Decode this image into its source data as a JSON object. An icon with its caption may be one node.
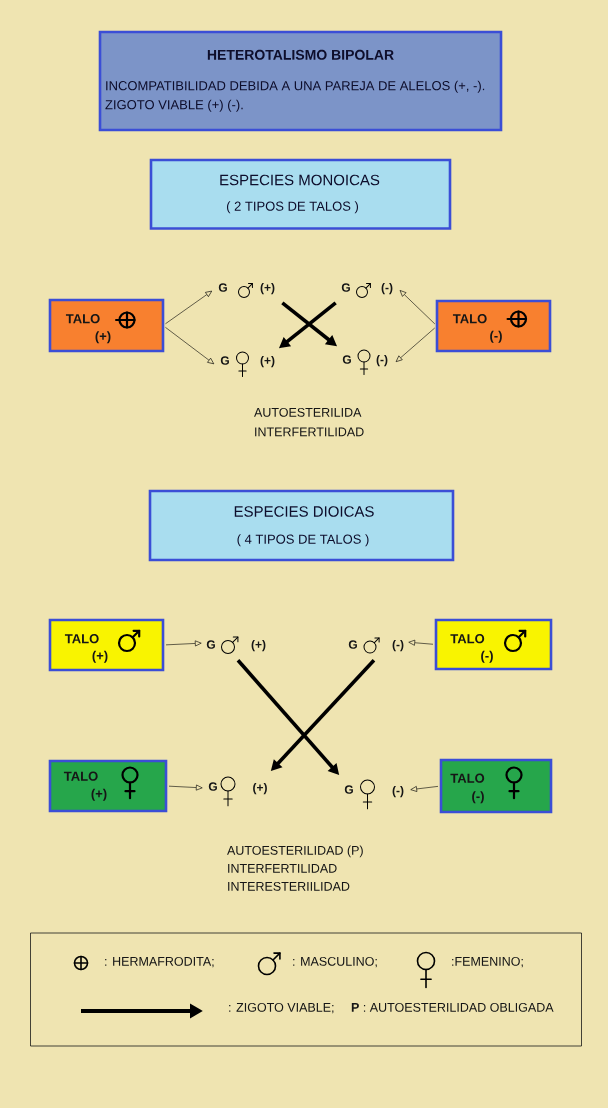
{
  "diagram": {
    "nodes": [
      {
        "text": [
          "HETEROTALISMO BIPOLAR",
          "INCOMPATIBILIDAD DEBIDA A UNA PAREJA DE ALELOS (+, -).",
          "ZIGOTO VIABLE (+) (-)."
        ]
      },
      {
        "text": [
          "ESPECIES MONOICAS",
          "( 2 TIPOS DE TALOS )"
        ]
      },
      {
        "text": [
          "TALO",
          "(+)"
        ]
      },
      {
        "text": [
          "G",
          "(+)"
        ]
      },
      {
        "text": [
          "G",
          "(-)"
        ]
      },
      {
        "text": [
          "G",
          "(+)"
        ]
      },
      {
        "text": [
          "G",
          "(-)"
        ]
      },
      {
        "text": [
          "TALO",
          "(-)"
        ]
      },
      {
        "text": [
          "ESPECIES DIOICAS",
          "( 4 TIPOS DE TALOS )"
        ]
      },
      {
        "text": [
          "TALO",
          "(+)"
        ]
      },
      {
        "text": [
          "G",
          "(+)"
        ]
      },
      {
        "text": [
          "G",
          "(-)"
        ]
      },
      {
        "text": [
          "TALO",
          "(-)"
        ]
      },
      {
        "text": [
          "TALO",
          "(+)"
        ]
      },
      {
        "text": [
          "G",
          "(+)"
        ]
      },
      {
        "text": [
          "G",
          "(-)"
        ]
      },
      {
        "text": [
          "TALO",
          "(-)"
        ]
      }
    ],
    "edges": [
      {
        "from": 2,
        "to": 3,
        "arrow": "to"
      },
      {
        "from": 2,
        "to": 5,
        "arrow": "to"
      },
      {
        "from": 7,
        "to": 4,
        "arrow": "to"
      },
      {
        "from": 7,
        "to": 6,
        "arrow": "to"
      },
      {
        "from": 3,
        "to": 6,
        "arrow": "to",
        "style": "thick"
      },
      {
        "from": 4,
        "to": 5,
        "arrow": "to",
        "style": "thick"
      },
      {
        "from": 9,
        "to": 10,
        "arrow": "to"
      },
      {
        "from": 12,
        "to": 11,
        "arrow": "to"
      },
      {
        "from": 13,
        "to": 14,
        "arrow": "to"
      },
      {
        "from": 16,
        "to": 15,
        "arrow": "to"
      },
      {
        "from": 10,
        "to": 15,
        "arrow": "to",
        "style": "thick"
      },
      {
        "from": 11,
        "to": 14,
        "arrow": "to",
        "style": "thick"
      }
    ],
    "labels": [
      "AUTOESTERILIDA",
      "INTERFERTILIDAD",
      "AUTOESTERILIDAD (P)",
      "INTERFERTILIDAD",
      "INTERESTERIILIDAD"
    ],
    "legend": [
      {
        "text": ": HERMAFRODITA;"
      },
      {
        "text": ": MASCULINO;"
      },
      {
        "text": ":FEMENINO;"
      },
      {
        "text": ": ZIGOTO VIABLE;"
      },
      {
        "text": "**P** : AUTOESTERILIDAD OBLIGADA"
      }
    ]
  }
}
